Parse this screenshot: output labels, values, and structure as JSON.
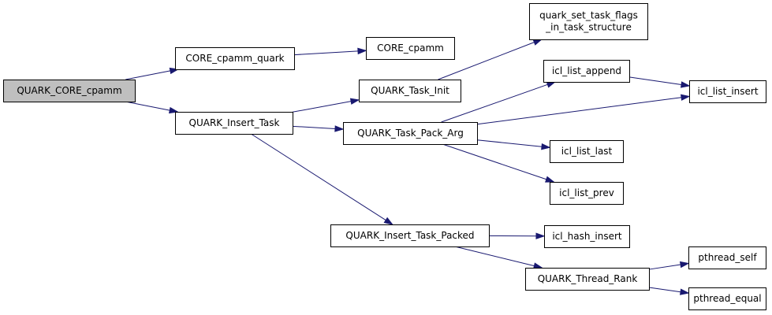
{
  "graph": {
    "nodes": {
      "quark_core_cpamm": {
        "lines": [
          "QUARK_CORE_cpamm"
        ],
        "highlight": true
      },
      "core_cpamm_quark": {
        "lines": [
          "CORE_cpamm_quark"
        ]
      },
      "core_cpamm": {
        "lines": [
          "CORE_cpamm"
        ]
      },
      "quark_set_task_flags": {
        "lines": [
          "quark_set_task_flags",
          "_in_task_structure"
        ]
      },
      "quark_insert_task": {
        "lines": [
          "QUARK_Insert_Task"
        ]
      },
      "quark_task_init": {
        "lines": [
          "QUARK_Task_Init"
        ]
      },
      "icl_list_append": {
        "lines": [
          "icl_list_append"
        ]
      },
      "icl_list_insert": {
        "lines": [
          "icl_list_insert"
        ]
      },
      "quark_task_pack_arg": {
        "lines": [
          "QUARK_Task_Pack_Arg"
        ]
      },
      "icl_list_last": {
        "lines": [
          "icl_list_last"
        ]
      },
      "icl_list_prev": {
        "lines": [
          "icl_list_prev"
        ]
      },
      "quark_insert_task_packed": {
        "lines": [
          "QUARK_Insert_Task_Packed"
        ]
      },
      "icl_hash_insert": {
        "lines": [
          "icl_hash_insert"
        ]
      },
      "quark_thread_rank": {
        "lines": [
          "QUARK_Thread_Rank"
        ]
      },
      "pthread_self": {
        "lines": [
          "pthread_self"
        ]
      },
      "pthread_equal": {
        "lines": [
          "pthread_equal"
        ]
      }
    },
    "edges": [
      {
        "from": "quark_core_cpamm",
        "to": "core_cpamm_quark"
      },
      {
        "from": "quark_core_cpamm",
        "to": "quark_insert_task"
      },
      {
        "from": "core_cpamm_quark",
        "to": "core_cpamm"
      },
      {
        "from": "quark_insert_task",
        "to": "quark_task_init"
      },
      {
        "from": "quark_insert_task",
        "to": "quark_task_pack_arg"
      },
      {
        "from": "quark_insert_task",
        "to": "quark_insert_task_packed"
      },
      {
        "from": "quark_task_init",
        "to": "quark_set_task_flags"
      },
      {
        "from": "quark_task_pack_arg",
        "to": "icl_list_append"
      },
      {
        "from": "quark_task_pack_arg",
        "to": "icl_list_insert"
      },
      {
        "from": "quark_task_pack_arg",
        "to": "icl_list_last"
      },
      {
        "from": "quark_task_pack_arg",
        "to": "icl_list_prev"
      },
      {
        "from": "icl_list_append",
        "to": "icl_list_insert"
      },
      {
        "from": "quark_insert_task_packed",
        "to": "icl_hash_insert"
      },
      {
        "from": "quark_insert_task_packed",
        "to": "quark_thread_rank"
      },
      {
        "from": "quark_thread_rank",
        "to": "pthread_self"
      },
      {
        "from": "quark_thread_rank",
        "to": "pthread_equal"
      }
    ]
  },
  "colors": {
    "edge": "#191970",
    "node_border": "#000000",
    "node_fill": "#ffffff",
    "root_fill": "#bfbfbf"
  }
}
